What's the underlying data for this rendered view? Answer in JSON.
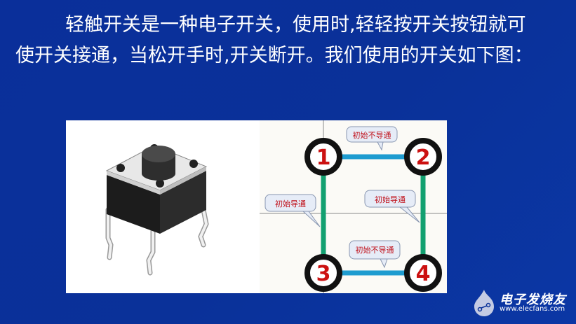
{
  "paragraph": {
    "line1": "轻触开关是一种电子开关，使用时,轻轻按开关按钮就可",
    "line2": "使开关接通，当松开手时,开关断开。我们使用的开关如下图："
  },
  "figure_left": {
    "description": "tactile-switch-photo"
  },
  "figure_right": {
    "pins": [
      "1",
      "2",
      "3",
      "4"
    ],
    "labels": {
      "top": "初始不导通",
      "left": "初始导通",
      "right": "初始导通",
      "bottom": "初始不导通"
    },
    "colors": {
      "conducting": "#12a070",
      "non_conducting": "#1e9cd0",
      "pin_number": "#cc1111",
      "pin_ring": "#111111"
    }
  },
  "watermark": {
    "name": "电子发烧友",
    "url": "www.elecfans.com"
  },
  "colors": {
    "background": "#0a3199",
    "text": "#ffffff"
  }
}
